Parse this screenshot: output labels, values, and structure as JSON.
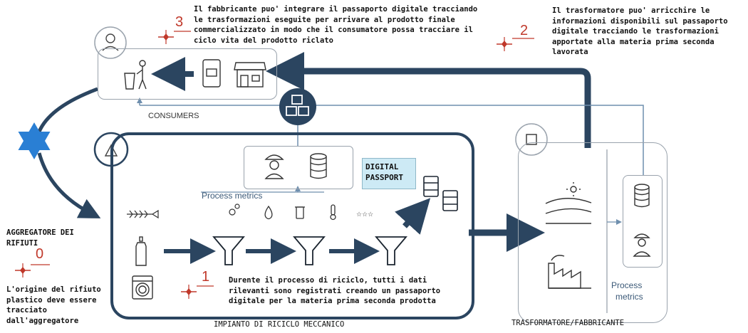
{
  "notes": {
    "step3": "Il fabbricante puo' integrare il passaporto digitale tracciando le trasformazioni eseguite per arrivare al prodotto finale commercializzato in modo che il consumatore possa tracciare il ciclo vita del prodotto riclato",
    "step2": "Il trasformatore puo' arricchire le informazioni disponibili sul passaporto digitale tracciando le trasformazioni apportate alla materia prima seconda lavorata",
    "step1": "Durente il processo di riciclo, tutti i dati rilevanti sono registrati creando un passaporto digitale per la materia prima seconda prodotta",
    "step0": "L'origine del rifiuto plastico deve essere tracciato dall'aggregatore"
  },
  "numbers": {
    "n0": "0",
    "n1": "1",
    "n2": "2",
    "n3": "3"
  },
  "labels": {
    "consumers": "CONSUMERS",
    "aggregator": "AGGREGATORE DEI RIFIUTI",
    "plant": "IMPIANTO DI RICICLO MECCANICO",
    "transformer": "TRASFORMATORE/FABBRICANTE",
    "process_metrics_plant": "Process metrics",
    "process_metrics_right_1": "Process",
    "process_metrics_right_2": "metrics",
    "digital_passport": "DIGITAL PASSPORT"
  },
  "icons": [
    "user-icon",
    "recycle-bin-person-icon",
    "mobile-shop-icon",
    "store-icon",
    "blockchain-cubes-icon",
    "star-of-david-icon",
    "recycle-icon",
    "worker-icon",
    "database-icon",
    "gear-icon",
    "drop-icon",
    "beaker-icon",
    "thermometer-icon",
    "stars-icon",
    "fishbone-icon",
    "bottle-icon",
    "washing-machine-icon",
    "funnel-icon",
    "barrel-icon",
    "box-cycle-icon",
    "farm-sun-icon",
    "factory-icon"
  ],
  "colors": {
    "navy": "#2b4560",
    "red": "#c0392b",
    "blue_star": "#2a7fd4",
    "steel": "#6f8fae",
    "passport_bg": "#cdeaf5"
  }
}
